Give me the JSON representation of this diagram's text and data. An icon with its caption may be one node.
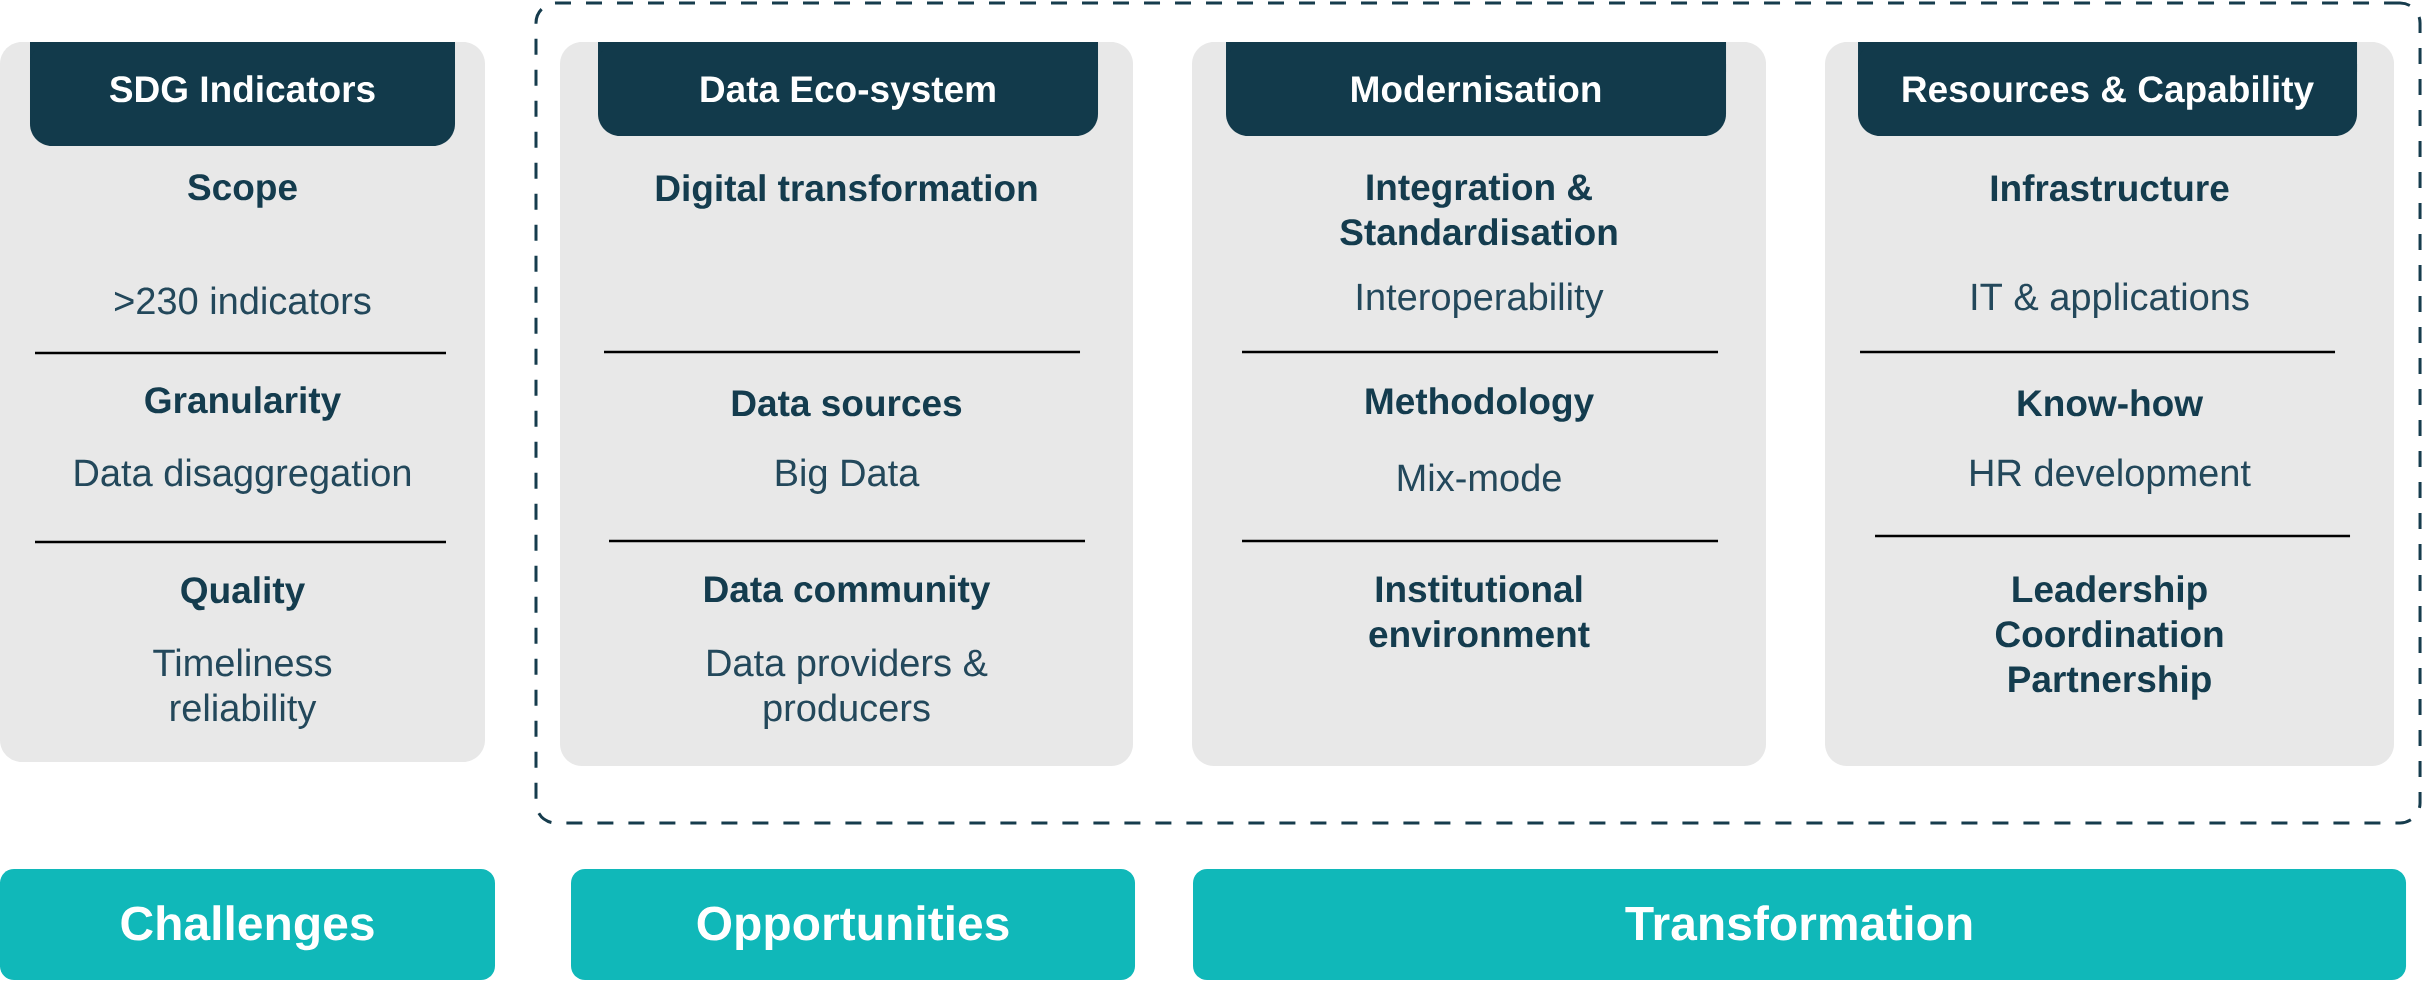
{
  "diagram": {
    "nodes": [
      {
        "text": [
          "Scope",
          ">230 indicators",
          "Granularity",
          "Data disaggregation",
          "Quality",
          "Timeliness reliability"
        ]
      },
      {
        "text": [
          "SDG Indicators"
        ],
        "in": 0
      },
      {
        "text": [],
        "shape": "box"
      },
      {
        "text": [
          "Digital transformation",
          "Data sources",
          "Big Data",
          "Data community",
          "Data providers & producers"
        ],
        "in": 2
      },
      {
        "text": [
          "Data Eco-system"
        ],
        "in": 3
      },
      {
        "text": [
          "Integration & Standardisation",
          "Interoperability",
          "Methodology",
          "Mix-mode",
          "Institutional environment"
        ],
        "in": 2
      },
      {
        "text": [
          "Modernisation"
        ],
        "in": 5
      },
      {
        "text": [
          "Infrastructure",
          "IT & applications",
          "Know-how",
          "HR development",
          "Leadership Coordination Partnership"
        ],
        "in": 2
      },
      {
        "text": [
          "Resources & Capability"
        ],
        "in": 7
      },
      {
        "text": [
          "Challenges"
        ]
      },
      {
        "text": [
          "Opportunities"
        ]
      },
      {
        "text": [
          "Transformation"
        ]
      }
    ]
  }
}
